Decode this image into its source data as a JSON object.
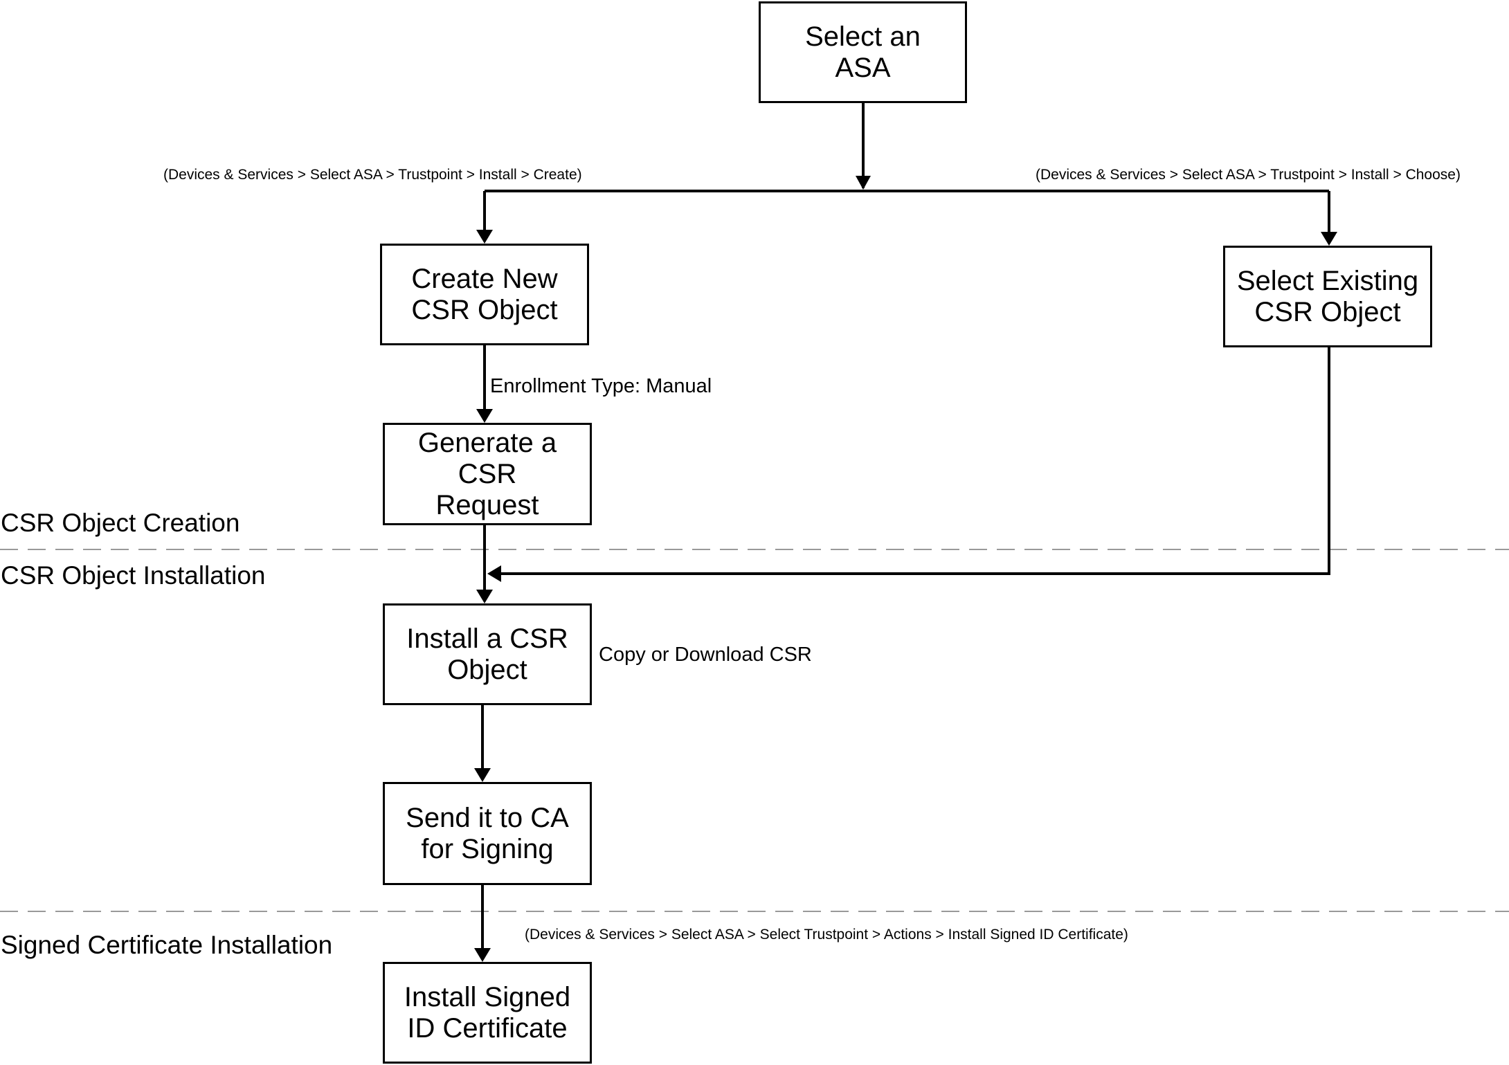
{
  "nodes": {
    "select_asa": "Select an\nASA",
    "create_csr": "Create New\nCSR Object",
    "select_existing_csr": "Select Existing\nCSR Object",
    "generate_csr": "Generate a CSR\nRequest",
    "install_csr": "Install a CSR\nObject",
    "send_ca": "Send it to CA\nfor Signing",
    "install_signed": "Install Signed\nID Certificate"
  },
  "edge_labels": {
    "create_path": "(Devices & Services > Select ASA > Trustpoint > Install > Create)",
    "choose_path": "(Devices & Services > Select ASA > Trustpoint > Install > Choose)",
    "enrollment": "Enrollment Type: Manual",
    "copy_download": "Copy or Download CSR",
    "install_signed_path": "(Devices & Services > Select ASA > Select Trustpoint > Actions > Install Signed ID Certificate)"
  },
  "sections": {
    "creation": "CSR Object Creation",
    "installation": "CSR Object Installation",
    "signed": "Signed Certificate Installation"
  }
}
